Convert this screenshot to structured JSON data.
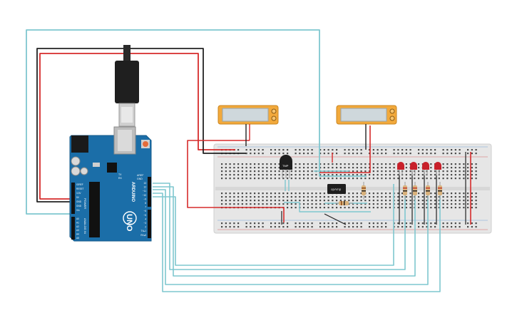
{
  "arduino": {
    "brand": "ARDUINO",
    "model": "UNO",
    "power_label": "POWER",
    "analog_label": "ANALOG IN",
    "aref_label": "AREF",
    "gnd_label": "GND",
    "tx_label": "TX",
    "rx_label": "RX",
    "pins_power": [
      "IOREF",
      "RESET",
      "3.3V",
      "5V",
      "GND",
      "GND",
      "Vin"
    ],
    "pins_analog": [
      "A0",
      "A1",
      "A2",
      "A3",
      "A4",
      "A5"
    ],
    "pins_digital": [
      "13",
      "12",
      "~11",
      "~10",
      "~9",
      "8",
      "7",
      "~6",
      "~5",
      "4",
      "~3",
      "2",
      "TX▸1",
      "RX◂0"
    ]
  },
  "components": {
    "temp_sensor": "TMP",
    "opamp": "opAmp"
  },
  "colors": {
    "board": "#1b6ea8",
    "board_dark": "#155a8a",
    "breadboard": "#e8e8e8",
    "wire_teal": "#7fc7cf",
    "wire_red": "#d62b2b",
    "wire_black": "#222222",
    "meter_body": "#f2a93b",
    "led_red": "#c8202a"
  }
}
